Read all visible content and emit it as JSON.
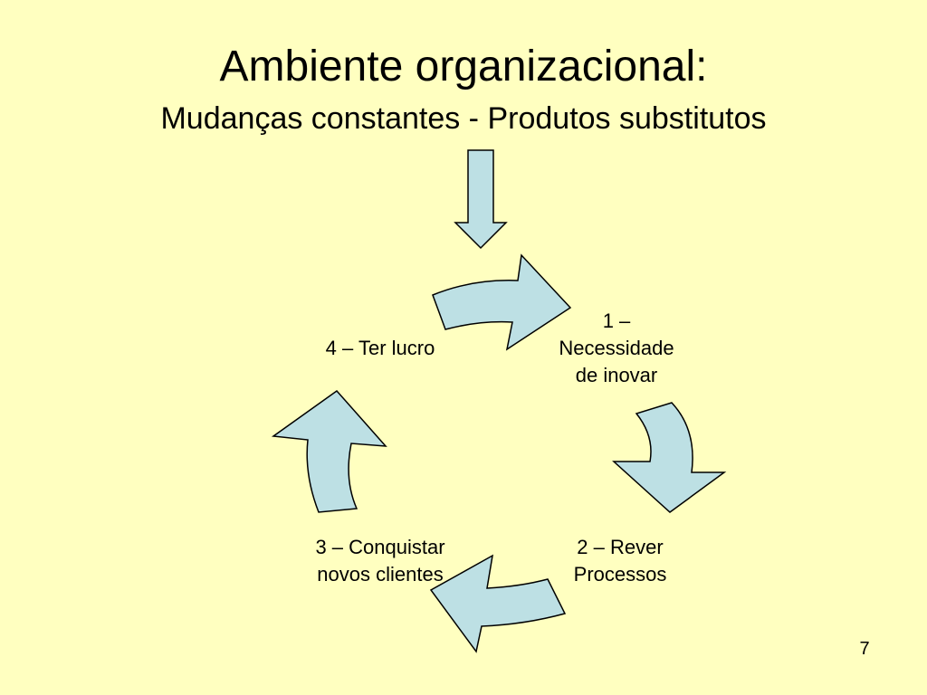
{
  "slide": {
    "title": "Ambiente organizacional:",
    "subtitle": "Mudanças constantes - Produtos substitutos",
    "page_number": "7"
  },
  "cycle": {
    "steps": [
      {
        "label": "1 –\nNecessidade\nde inovar"
      },
      {
        "label": "2 – Rever\nProcessos"
      },
      {
        "label": "3 – Conquistar\nnovos clientes"
      },
      {
        "label": "4 – Ter lucro"
      }
    ]
  },
  "colors": {
    "background": "#FFFFC0",
    "arrow_fill": "#BDE0E4",
    "arrow_stroke": "#000000"
  }
}
